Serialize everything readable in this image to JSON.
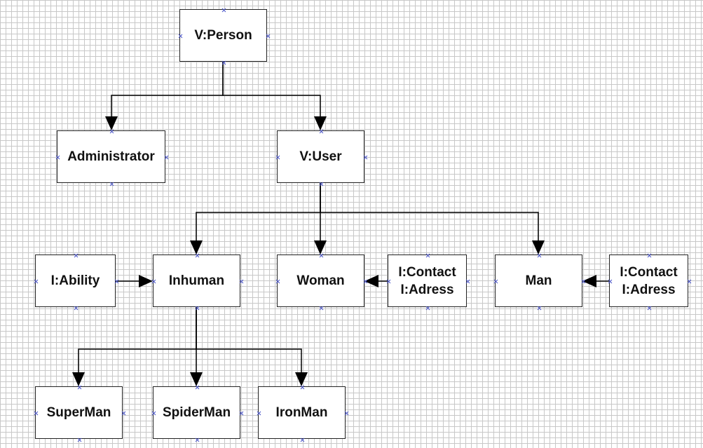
{
  "diagram": {
    "nodes": {
      "person": {
        "lines": [
          "V:Person"
        ]
      },
      "administrator": {
        "lines": [
          "Administrator"
        ]
      },
      "user": {
        "lines": [
          "V:User"
        ]
      },
      "ability": {
        "lines": [
          "I:Ability"
        ]
      },
      "inhuman": {
        "lines": [
          "Inhuman"
        ]
      },
      "woman": {
        "lines": [
          "Woman"
        ]
      },
      "contact1": {
        "lines": [
          "I:Contact",
          "I:Adress"
        ]
      },
      "man": {
        "lines": [
          "Man"
        ]
      },
      "contact2": {
        "lines": [
          "I:Contact",
          "I:Adress"
        ]
      },
      "superman": {
        "lines": [
          "SuperMan"
        ]
      },
      "spiderman": {
        "lines": [
          "SpiderMan"
        ]
      },
      "ironman": {
        "lines": [
          "IronMan"
        ]
      }
    },
    "edges": [
      {
        "from": "person",
        "to": "administrator"
      },
      {
        "from": "person",
        "to": "user"
      },
      {
        "from": "user",
        "to": "inhuman"
      },
      {
        "from": "user",
        "to": "woman"
      },
      {
        "from": "user",
        "to": "man"
      },
      {
        "from": "ability",
        "to": "inhuman"
      },
      {
        "from": "contact1",
        "to": "woman"
      },
      {
        "from": "contact2",
        "to": "man"
      },
      {
        "from": "inhuman",
        "to": "superman"
      },
      {
        "from": "inhuman",
        "to": "spiderman"
      },
      {
        "from": "inhuman",
        "to": "ironman"
      }
    ],
    "colors": {
      "grid": "#c8c8c8",
      "border": "#222222",
      "connector": "#4a55c8",
      "arrow": "#000000"
    }
  }
}
